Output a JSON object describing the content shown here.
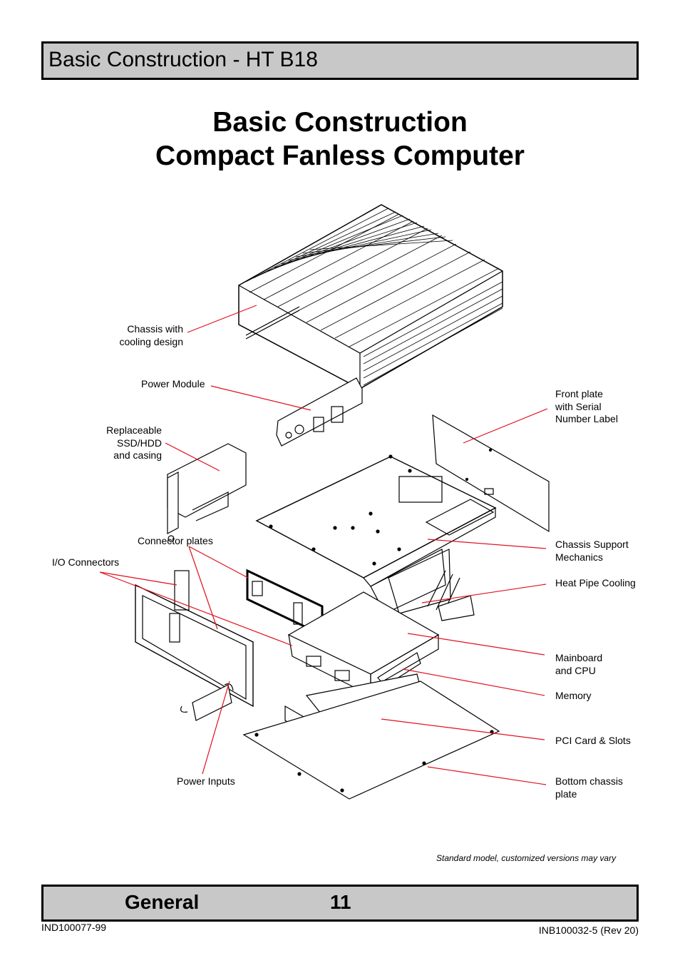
{
  "header": {
    "title": "Basic Construction - HT B18"
  },
  "main_title": {
    "line1": "Basic Construction",
    "line2": "Compact Fanless Computer"
  },
  "labels": {
    "chassis": "Chassis with\ncooling design",
    "power_module": "Power Module",
    "ssd": "Replaceable\nSSD/HDD\nand casing",
    "connector_plates": "Connector plates",
    "io_connectors": "I/O Connectors",
    "power_inputs": "Power Inputs",
    "front_plate": "Front plate\nwith Serial\nNumber Label",
    "chassis_support": "Chassis Support\nMechanics",
    "heat_pipe": "Heat Pipe Cooling",
    "mainboard": "Mainboard\nand CPU",
    "memory": "Memory",
    "pci": "PCI Card & Slots",
    "bottom_plate": "Bottom chassis\nplate"
  },
  "note": "Standard model, customized versions may vary",
  "footer": {
    "section": "General",
    "page": "11"
  },
  "doc_left": "IND100077-99",
  "doc_right": "INB100032-5 (Rev 20)",
  "colors": {
    "bar": "#c8c8c8",
    "leader": "#e0101e"
  }
}
